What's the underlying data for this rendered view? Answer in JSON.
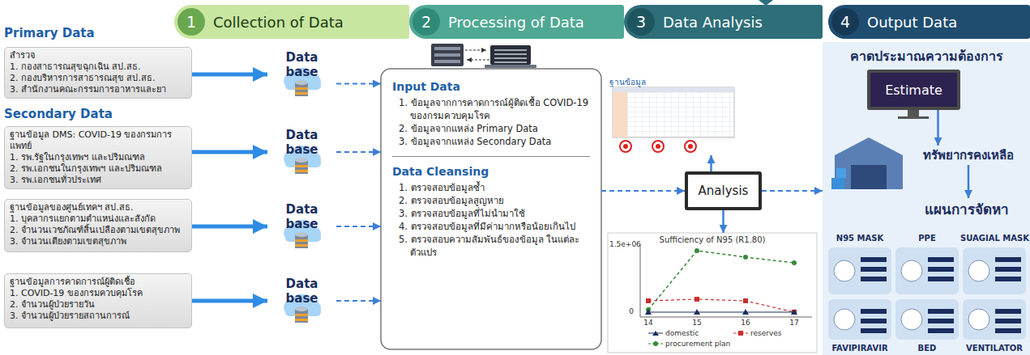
{
  "diagram": {
    "nodes": [
      {
        "text": [
          "1",
          "Collection of Data"
        ]
      },
      {
        "text": [
          "2",
          "Processing of Data"
        ]
      },
      {
        "text": [
          "3",
          "Data Analysis"
        ]
      },
      {
        "text": [
          "4",
          "Output Data"
        ]
      },
      {
        "text": [
          "สำรวจ",
          "1. กองสาธารณสุขฉุกเฉิน สป.สธ.",
          "2. กองบริหารการสาธารณสุข สป.สธ.",
          "3. สำนักงานคณะกรรมการอาหารและยา"
        ]
      },
      {
        "text": [
          "Data base"
        ]
      },
      {
        "text": [
          "ฐานข้อมูล DMS: COVID-19 ของกรมการแพทย์",
          "1. รพ.รัฐในกรุงเทพฯ และปริมณฑล",
          "2. รพ.เอกชนในกรุงเทพฯ และปริมณฑล",
          "3. รพ.เอกชนทั่วประเทศ"
        ]
      },
      {
        "text": [
          "Data base"
        ]
      },
      {
        "text": [
          "ฐานข้อมูลของศูนย์เทคฯ สป.สธ.",
          "1. บุคลากรแยกตามตำแหน่งและสังกัด",
          "2. จำนวนเวชภัณฑ์สิ้นเปลืองตามเขตสุขภาพ",
          "3. จำนวนเตียงตามเขตสุขภาพ"
        ]
      },
      {
        "text": [
          "Data base"
        ]
      },
      {
        "text": [
          "ฐานข้อมูลการคาดการณ์ผู้ติดเชื้อ",
          "1. COVID-19 ของกรมควบคุมโรค",
          "2. จำนวนผู้ป่วยรายวัน",
          "3. จำนวนผู้ป่วยรายสถานการณ์"
        ]
      },
      {
        "text": [
          "Data base"
        ]
      },
      {
        "text": [
          "Input Data",
          "1. ข้อมูลจากการคาดการณ์ผู้ติดเชื้อ COVID-19 ของกรมควบคุมโรค",
          "2. ข้อมูลจากแหล่ง Primary Data",
          "3. ข้อมูลจากแหล่ง Secondary Data",
          "Data Cleansing",
          "1. ตรวจสอบข้อมูลซ้ำ",
          "2. ตรวจสอบข้อมูลสูญหาย",
          "3. ตรวจสอบข้อมูลที่ไม่นำมาใช้",
          "4. ตรวจสอบข้อมูลที่มีค่ามากหรือน้อยเกินไป",
          "5. ตรวจสอบความสัมพันธ์ของข้อมูล ในแต่ละตัวแปร"
        ]
      },
      {
        "text": [
          "ฐานข้อมูล"
        ]
      },
      {
        "text": [
          "Analysis"
        ]
      },
      {
        "text": [
          "Sufficiency of N95 (R1.80)"
        ]
      },
      {
        "text": [
          "คาดประมาณความต้องการ"
        ]
      },
      {
        "text": [
          "Estimate"
        ],
        "in": 16
      },
      {
        "text": [
          "ทรัพยากรคงเหลือ"
        ],
        "in": 16
      },
      {
        "text": [
          "แผนการจัดหา"
        ],
        "in": 16
      },
      {
        "text": [
          "N95 MASK"
        ],
        "in": 16
      },
      {
        "text": [
          "PPE"
        ],
        "in": 16
      },
      {
        "text": [
          "SUAGIAL MASK"
        ],
        "in": 16
      },
      {
        "text": [
          "FAVIPIRAVIR"
        ],
        "in": 16
      },
      {
        "text": [
          "BED"
        ],
        "in": 16
      },
      {
        "text": [
          "VENTILATOR"
        ],
        "in": 16
      }
    ],
    "edges": [
      {
        "from": 4,
        "to": 5,
        "arrow": "to"
      },
      {
        "from": 6,
        "to": 7,
        "arrow": "to"
      },
      {
        "from": 8,
        "to": 9,
        "arrow": "to"
      },
      {
        "from": 10,
        "to": 11,
        "arrow": "to"
      },
      {
        "from": 5,
        "to": 12,
        "arrow": "to"
      },
      {
        "from": 7,
        "to": 12,
        "arrow": "to"
      },
      {
        "from": 9,
        "to": 12,
        "arrow": "to"
      },
      {
        "from": 11,
        "to": 12,
        "arrow": "to"
      },
      {
        "from": 12,
        "to": 14,
        "arrow": "to"
      },
      {
        "from": 14,
        "to": 13,
        "arrow": "to"
      },
      {
        "from": 14,
        "to": 15,
        "arrow": "to"
      },
      {
        "from": 14,
        "to": 16,
        "arrow": "to"
      },
      {
        "from": 17,
        "to": 18,
        "arrow": "to"
      },
      {
        "from": 18,
        "to": 19,
        "arrow": "to"
      }
    ],
    "labels": [
      "Primary Data",
      "Secondary Data",
      "0",
      "1.5e+06",
      "14",
      "15",
      "16",
      "17"
    ],
    "legend": [
      {
        "text": "domestic"
      },
      {
        "text": "procurement plan"
      },
      {
        "text": "reserves"
      }
    ]
  }
}
